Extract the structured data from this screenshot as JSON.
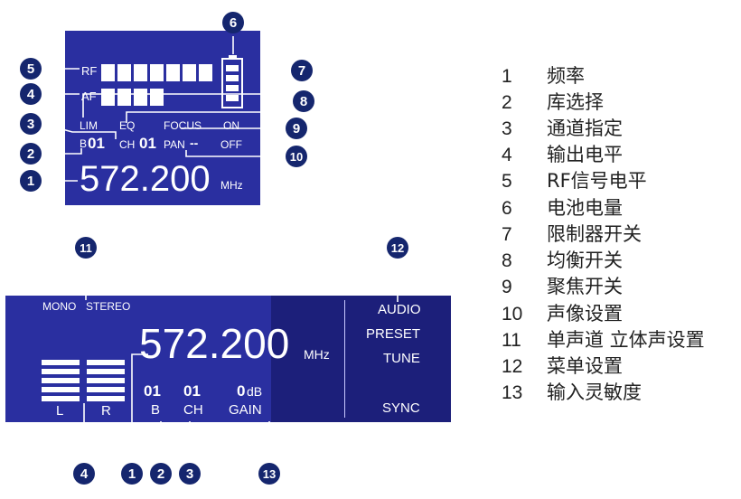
{
  "top_display": {
    "rf_label": "RF",
    "af_label": "AF",
    "lim_label": "LIM",
    "eq_label": "EQ",
    "focus_label": "FOCUS",
    "on_label": "ON",
    "off_label": "OFF",
    "bank_prefix": "B",
    "bank_value": "01",
    "channel_prefix": "CH",
    "channel_value": "01",
    "pan_label": "PAN",
    "pan_value": "--",
    "frequency": "572.200",
    "unit": "MHz",
    "rf_level_segments": 7,
    "af_level_segments": 4,
    "battery_level_segments": 4
  },
  "bottom_display": {
    "mono_label": "MONO",
    "stereo_label": "STEREO",
    "frequency": "572.200",
    "unit": "MHz",
    "bank_value": "01",
    "bank_label": "B",
    "channel_value": "01",
    "channel_label": "CH",
    "gain_value": "0",
    "gain_unit": "dB",
    "gain_label": "GAIN",
    "left_label": "L",
    "right_label": "R",
    "menu": {
      "audio": "AUDIO",
      "preset": "PRESET",
      "tune": "TUNE",
      "sync": "SYNC"
    }
  },
  "callouts": {
    "c1": "1",
    "c2": "2",
    "c3": "3",
    "c4": "4",
    "c5": "5",
    "c6": "6",
    "c7": "7",
    "c8": "8",
    "c9": "9",
    "c10": "10",
    "c11": "11",
    "c12": "12",
    "c13": "13"
  },
  "legend": [
    {
      "num": "1",
      "label": "频率"
    },
    {
      "num": "2",
      "label": "库选择"
    },
    {
      "num": "3",
      "label": "通道指定"
    },
    {
      "num": "4",
      "label": "输出电平"
    },
    {
      "num": "5",
      "label": "RF信号电平"
    },
    {
      "num": "6",
      "label": "电池电量"
    },
    {
      "num": "7",
      "label": "限制器开关"
    },
    {
      "num": "8",
      "label": "均衡开关"
    },
    {
      "num": "9",
      "label": "聚焦开关"
    },
    {
      "num": "10",
      "label": "声像设置"
    },
    {
      "num": "11",
      "label": "单声道 立体声设置"
    },
    {
      "num": "12",
      "label": "菜单设置"
    },
    {
      "num": "13",
      "label": "输入灵敏度"
    }
  ],
  "colors": {
    "lcd_background": "#2a2fa0",
    "lcd_panel_dark": "#1c1f7a",
    "callout_fill": "#15266e",
    "leader_line": "#ffffff"
  }
}
